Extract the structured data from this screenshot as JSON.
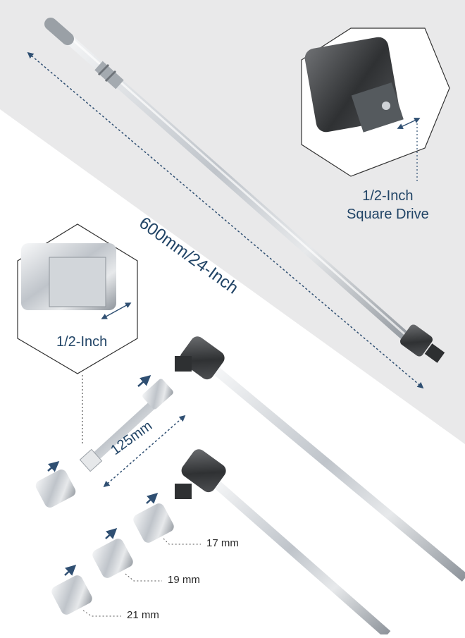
{
  "labels": {
    "overall_length": "600mm/24-Inch",
    "square_drive_line1": "1/2-Inch",
    "square_drive_line2": "Square Drive",
    "adapter_size": "1/2-Inch",
    "extension_length": "125mm",
    "socket_17": "17 mm",
    "socket_19": "19 mm",
    "socket_21": "21 mm"
  },
  "colors": {
    "background_gray": "#e9e9ea",
    "accent_blue": "#214466",
    "arrow_blue": "#2f4f72",
    "chrome": "#c8ccd2",
    "dark_head": "#3d3f42"
  }
}
